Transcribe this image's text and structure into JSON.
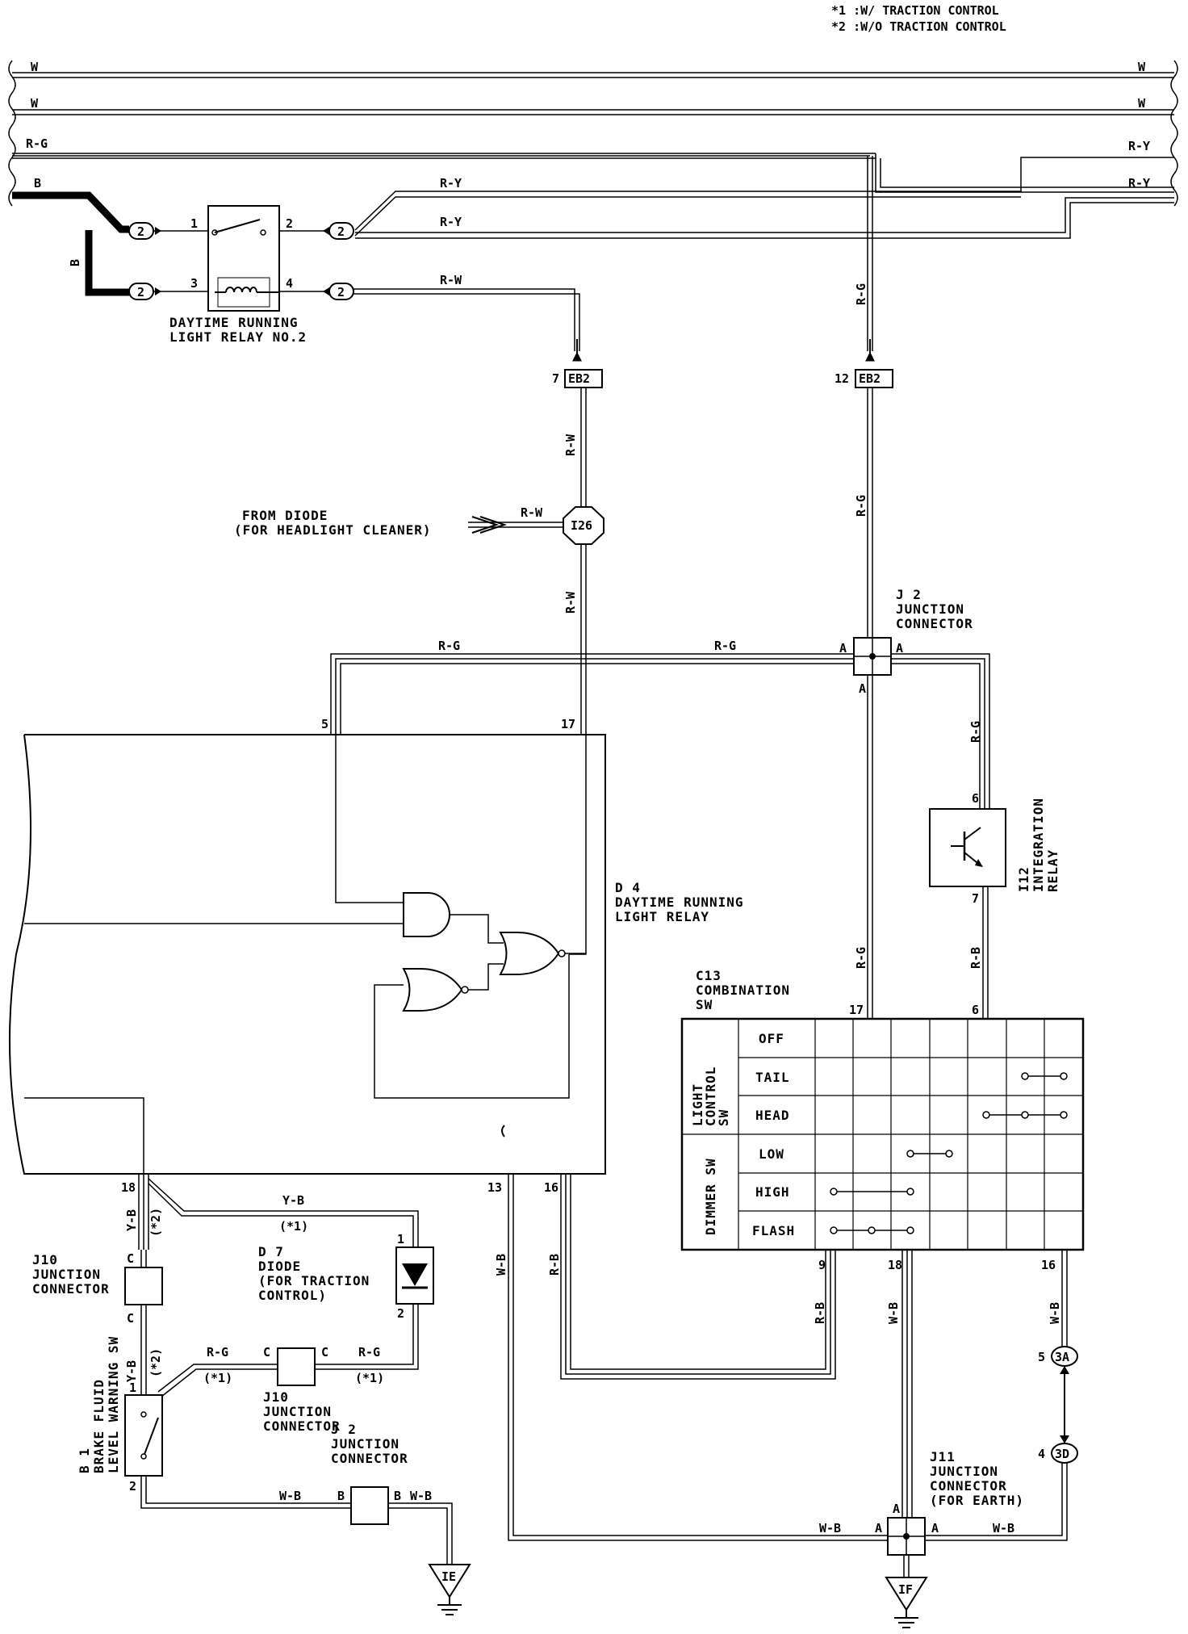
{
  "notes": [
    "*1 :W/ TRACTION CONTROL",
    "*2 :W/O TRACTION CONTROL"
  ],
  "wire_labels": {
    "w1l": "W",
    "w1r": "W",
    "w2l": "W",
    "w2r": "W",
    "rg_top": "R-G",
    "ry_top_right": "R-Y",
    "b_top": "B",
    "ry_right2": "R-Y",
    "ry_upper": "R-Y",
    "ry_lower": "R-Y",
    "b_vert": "B",
    "rw_relay": "R-W",
    "rg_vert_upper": "R-G",
    "rw_vert_upper": "R-W",
    "rw_diode_in": "R-W",
    "rg_vert_mid": "R-G",
    "rw_vert_lower": "R-W",
    "rg_h_left": "R-G",
    "rg_h_mid": "R-G",
    "rg_vert_right": "R-G",
    "rg_vert_c13": "R-G",
    "rb_vert_c13": "R-B",
    "yb_h": "Y-B",
    "yb_left1": "Y-B",
    "yb_left2": "Y-B",
    "rg_b1": "R-G",
    "rg_d7": "R-G",
    "wb_13": "W-B",
    "rb_16": "R-B",
    "rb_9": "R-B",
    "wb_18": "W-B",
    "wb_16": "W-B",
    "wb_bottom": "W-B",
    "wb_j2": "W-B",
    "wb_j2r": "W-B",
    "wb_j11r": "W-B"
  },
  "marks": {
    "s1_top": "(*1)",
    "s2_left1": "(*2)",
    "s2_left2": "(*2)",
    "s1_b1": "(*1)",
    "s1_d7": "(*1)"
  },
  "pins": {
    "r1": "1",
    "r2": "2",
    "r3": "3",
    "r4": "4",
    "eb2_7": "7",
    "eb2_12": "12",
    "d4_5": "5",
    "d4_17": "17",
    "i12_6": "6",
    "i12_7": "7",
    "c13_17": "17",
    "c13_6": "6",
    "c13_9": "9",
    "c13_18": "18",
    "c13_16": "16",
    "d4_18": "18",
    "d4_13": "13",
    "d4_16": "16",
    "d7_1": "1",
    "d7_2": "2",
    "b1_1": "1",
    "b1_2": "2",
    "j10_c1": "C",
    "j10_c2": "C",
    "j10b_c1": "C",
    "j10b_c2": "C",
    "j2_a1": "A",
    "j2_a2": "A",
    "j2_a3": "A",
    "j2b_b1": "B",
    "j2b_b2": "B",
    "j11_a1": "A",
    "j11_a2": "A",
    "j11_a3": "A",
    "c3a_5": "5",
    "c3d_4": "4"
  },
  "connectors": {
    "two": "2",
    "eb2": "EB2",
    "i26": "I26",
    "c3a": "3A",
    "c3d": "3D",
    "ie": "IE",
    "if": "IF"
  },
  "components": {
    "relay2": [
      "DAYTIME RUNNING",
      "LIGHT RELAY NO.2"
    ],
    "from_diode": [
      "FROM DIODE",
      "(FOR HEADLIGHT CLEANER)"
    ],
    "j2_top": [
      "J 2",
      "JUNCTION",
      "CONNECTOR"
    ],
    "i12": [
      "I12",
      "INTEGRATION",
      "RELAY"
    ],
    "d4": [
      "D 4",
      "DAYTIME RUNNING",
      "LIGHT RELAY"
    ],
    "c13": [
      "C13",
      "COMBINATION",
      "SW"
    ],
    "j10_left": [
      "J10",
      "JUNCTION",
      "CONNECTOR"
    ],
    "d7": [
      "D 7",
      "DIODE",
      "(FOR TRACTION",
      " CONTROL)"
    ],
    "j10_mid": [
      "J10",
      "JUNCTION",
      "CONNECTOR"
    ],
    "b1": [
      "B 1",
      "BRAKE FLUID",
      "LEVEL WARNING SW"
    ],
    "j2_bottom": [
      "J 2",
      "JUNCTION",
      "CONNECTOR"
    ],
    "j11": [
      "J11",
      "JUNCTION",
      "CONNECTOR",
      "(FOR EARTH)"
    ]
  },
  "switch_table": {
    "light_control_label": [
      "LIGHT",
      "CONTROL",
      "SW"
    ],
    "dimmer_label": "DIMMER SW",
    "rows": [
      "OFF",
      "TAIL",
      "HEAD",
      "LOW",
      "HIGH",
      "FLASH"
    ]
  }
}
